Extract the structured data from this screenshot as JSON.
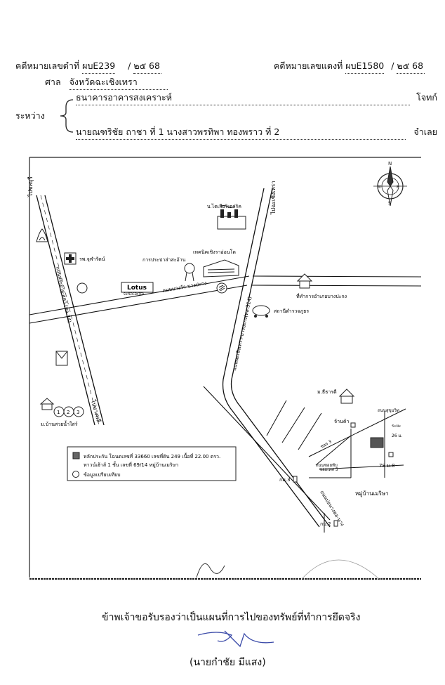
{
  "header": {
    "black_case_label": "คดีหมายเลขดำที่",
    "black_case_no": "ผบE239",
    "black_case_sep": "/",
    "black_case_year": "๒๕ 68",
    "red_case_label": "คดีหมายเลขแดงที่",
    "red_case_no": "ผบE1580",
    "red_case_sep": "/",
    "red_case_year": "๒๕ 68",
    "court_label": "ศาล",
    "court_name": "จังหวัดฉะเชิงเทรา",
    "between_label": "ระหว่าง",
    "plaintiff": "ธนาคารอาคารสงเคราะห์",
    "plaintiff_role": "โจทก์",
    "defendant": "นายณฑริชัย ถาชา ที่ 1 นางสาวพรทิพา ทองพราว ที่ 2",
    "defendant_role": "จำเลย"
  },
  "map": {
    "roads": {
      "r_left_top": "ไปชลบุรี",
      "r_left_side": "ถนนพระยาสุ-สคา (ทล.34)",
      "r_left_bottom": "ไปบางพลี",
      "r_top_right": "ไปฉะเชิงเทรา",
      "r_horizontal": "ถนนบางวัว-บางปะกง",
      "r_diagonal": "ถนนฉะเชิงเทรา-บางปะกง(ทล.314)",
      "r_lower_diag": "ถนนบ่อนางตอ-นาง",
      "soi_1": "ซอย 3",
      "soi_2": "ถนนสุขุมวิท",
      "soi_3": "ถนนซอยทับ"
    },
    "landmarks": {
      "company": "บ.ไดเสียริเตล่ริค",
      "hospital": "รพ.จุฬารัตน์",
      "water": "การประปาส่าสะอ้าน",
      "tech_school": "เทคนิคเชิงราอ่อนโด",
      "lotus": "Lotus",
      "lotus_sub": "SUPERCENTER",
      "district_office": "ที่ทำการอำเภอบางปะกง",
      "police": "สถานีตำรวจภูธร",
      "village": "ม.บ้านสวยน้ำใสร์",
      "estate": "ม.ธีธารดี",
      "shop": "จ้านค้า",
      "village_main": "หมู่บ้านเมริษา",
      "km3": "กม.3",
      "km2": "กม.2",
      "house_no": "78 ม.8",
      "scale_1": "ระยะ",
      "scale_2": "26 ม.",
      "soi_near": "ซอยเทศ 5"
    },
    "compass": {
      "n": "N",
      "s": "S",
      "e": "E",
      "w": "W"
    },
    "legend": {
      "item1_line1": "หลักประกัน โฉนดเลขที่ 33660 เลขที่ดิน 249 เนื้อที่ 22.00 ตรว.",
      "item1_line2": "ทาวน์เฮ้าส์ 1 ชั้น เลขที่ 69/14 หมู่บ้านเมริษา",
      "item2": "ข้อมูลเปรียบเทียบ"
    },
    "circle_labels": [
      "1",
      "2",
      "3"
    ]
  },
  "footer": {
    "certify": "ข้าพเจ้าขอรับรองว่าเป็นแผนที่การไปของทรัพย์ที่ทำการยึดจริง",
    "signer": "(นายกำชัย มีแสง)"
  }
}
